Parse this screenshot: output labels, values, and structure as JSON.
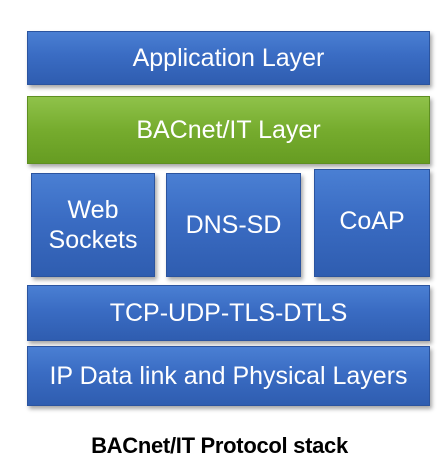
{
  "diagram": {
    "layers": {
      "application": "Application Layer",
      "bacnet_it": "BACnet/IT Layer",
      "web_sockets": "Web\nSockets",
      "dns_sd": "DNS-SD",
      "coap": "CoAP",
      "transport": "TCP-UDP-TLS-DTLS",
      "ip": "IP Data link and Physical Layers"
    },
    "caption": "BACnet/IT Protocol stack",
    "colors": {
      "blue_block": "#3a6cc3",
      "green_block": "#76ac2e",
      "text": "#ffffff",
      "caption": "#000000"
    }
  }
}
